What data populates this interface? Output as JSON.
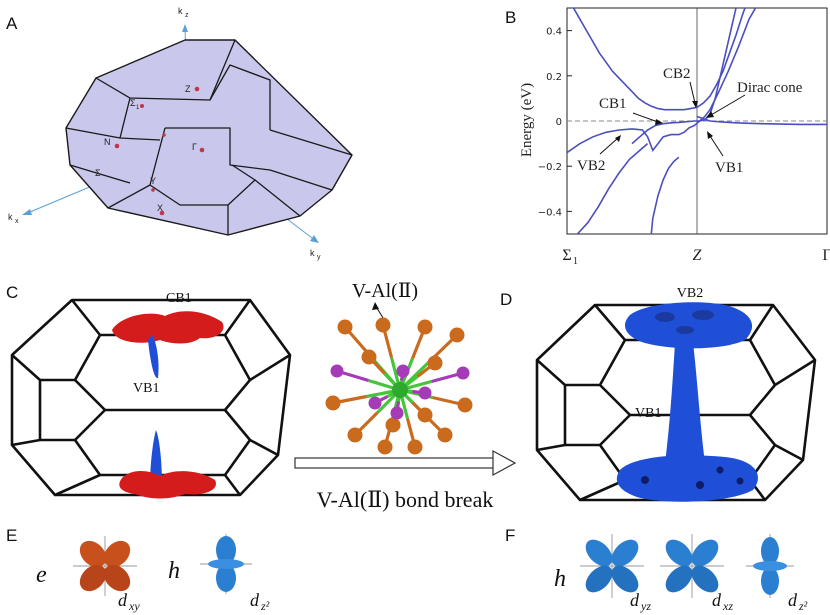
{
  "panels": {
    "a": "A",
    "b": "B",
    "c": "C",
    "d": "D",
    "e": "E",
    "f": "F"
  },
  "bz": {
    "axes": {
      "kx": "k",
      "kx_sub": "x",
      "ky": "k",
      "ky_sub": "y",
      "kz": "k",
      "kz_sub": "z"
    },
    "points": [
      "Σ",
      "Z",
      "N",
      "Γ",
      "Σ",
      "Y",
      "X"
    ],
    "sigma1_sub": "1",
    "colors": {
      "face": "#c9c8ec",
      "edge": "#1a1a1a",
      "axis": "#5aa0d8",
      "point": "#c0364a"
    }
  },
  "chart_data": {
    "type": "line",
    "ylabel": "Energy (eV)",
    "xlabel": "",
    "ylim": [
      -0.5,
      0.5
    ],
    "yticks": [
      -0.4,
      -0.2,
      0,
      0.2,
      0.4
    ],
    "ytick_labels": [
      "−0.4",
      "−0.2",
      "0",
      "0.2",
      "0.4"
    ],
    "xlim": [
      0,
      2
    ],
    "xticks": [
      0,
      1,
      2
    ],
    "xtick_labels": [
      "Σ",
      "Z",
      "Γ"
    ],
    "xtick_sub": "1",
    "fermi_level": 0,
    "line_color": "#4a4fbf",
    "series": [
      {
        "x": [
          0.0,
          0.1,
          0.2,
          0.3,
          0.4,
          0.5,
          0.58,
          0.62,
          0.66,
          0.7,
          0.74,
          0.8,
          0.86,
          0.9,
          0.94,
          0.98,
          1.02,
          1.06,
          1.1,
          1.16,
          1.24,
          1.32,
          1.4,
          1.5
        ],
        "y": [
          -0.14,
          -0.1,
          -0.07,
          -0.05,
          -0.04,
          -0.035,
          -0.04,
          -0.07,
          -0.13,
          -0.1,
          -0.07,
          -0.06,
          -0.06,
          -0.05,
          -0.03,
          -0.02,
          0.0,
          0.02,
          0.05,
          0.12,
          0.22,
          0.33,
          0.45,
          0.55
        ]
      },
      {
        "x": [
          0.0,
          0.05,
          0.1,
          0.15,
          0.2,
          0.25,
          0.3,
          0.35,
          0.4,
          0.45,
          0.5,
          0.55,
          0.6,
          0.65,
          0.7,
          0.75,
          0.8,
          0.85,
          0.9,
          0.95,
          1.0,
          1.05,
          1.1,
          1.15,
          1.2,
          1.25,
          1.3,
          1.35,
          1.4
        ],
        "y": [
          0.55,
          0.5,
          0.45,
          0.4,
          0.35,
          0.3,
          0.26,
          0.22,
          0.19,
          0.16,
          0.13,
          0.1,
          0.08,
          0.065,
          0.055,
          0.05,
          0.05,
          0.05,
          0.05,
          0.055,
          0.06,
          0.08,
          0.11,
          0.16,
          0.22,
          0.3,
          0.38,
          0.47,
          0.55
        ]
      },
      {
        "x": [
          0.5,
          0.56,
          0.62,
          0.68,
          0.74,
          0.8,
          0.86,
          0.9,
          0.94,
          0.98,
          1.02,
          1.06,
          1.1,
          1.14,
          1.18,
          1.22,
          1.26,
          1.3,
          1.34
        ],
        "y": [
          -0.1,
          -0.07,
          -0.04,
          -0.02,
          -0.012,
          -0.008,
          -0.006,
          -0.004,
          -0.002,
          0.0,
          0.0,
          0.005,
          0.03,
          0.1,
          0.2,
          0.3,
          0.4,
          0.5,
          0.55
        ]
      },
      {
        "x": [
          0.0,
          0.08,
          0.16,
          0.24,
          0.32,
          0.4,
          0.48,
          0.56,
          0.62
        ],
        "y": [
          -0.55,
          -0.5,
          -0.45,
          -0.38,
          -0.3,
          -0.23,
          -0.17,
          -0.13,
          -0.1
        ]
      },
      {
        "x": [
          0.64,
          0.66,
          0.7,
          0.74,
          0.78,
          0.82,
          0.86
        ],
        "y": [
          -0.55,
          -0.43,
          -0.33,
          -0.26,
          -0.21,
          -0.18,
          -0.16
        ]
      },
      {
        "x": [
          1.0,
          1.1,
          1.2,
          1.3,
          1.4,
          1.5,
          1.6,
          1.7,
          1.8,
          1.9,
          2.0
        ],
        "y": [
          0.02,
          0.0,
          -0.005,
          -0.008,
          -0.01,
          -0.012,
          -0.013,
          -0.014,
          -0.015,
          -0.015,
          -0.015
        ]
      }
    ],
    "annotations": {
      "cb2": "CB2",
      "cb1": "CB1",
      "dirac": "Dirac cone",
      "vb2": "VB2",
      "vb1": "VB1"
    }
  },
  "middle": {
    "bond_title": "V-Al(Ⅱ)",
    "bond_break": "V-Al(Ⅱ) bond break",
    "colors": {
      "center": "#2ea82e",
      "al": "#c96a1d",
      "other": "#a63bb8",
      "bond_green": "#45c53a"
    }
  },
  "surfaces": {
    "cb1": "CB1",
    "vb1_left": "VB1",
    "vb2": "VB2",
    "vb1_right": "VB1",
    "colors": {
      "red": "#d41c1c",
      "blue": "#1f4fd6",
      "cage": "#111111"
    }
  },
  "orbitals": {
    "e": "e",
    "h_left": "h",
    "h_right": "h",
    "dxy": "d",
    "dxy_sub": "xy",
    "dz2_left": "d",
    "dz2_left_sub": "z²",
    "dyz": "d",
    "dyz_sub": "yz",
    "dxz": "d",
    "dxz_sub": "xz",
    "dz2_right": "d",
    "dz2_right_sub": "z²",
    "colors": {
      "orange": "#c8501c",
      "blue": "#2b7fd1"
    }
  }
}
